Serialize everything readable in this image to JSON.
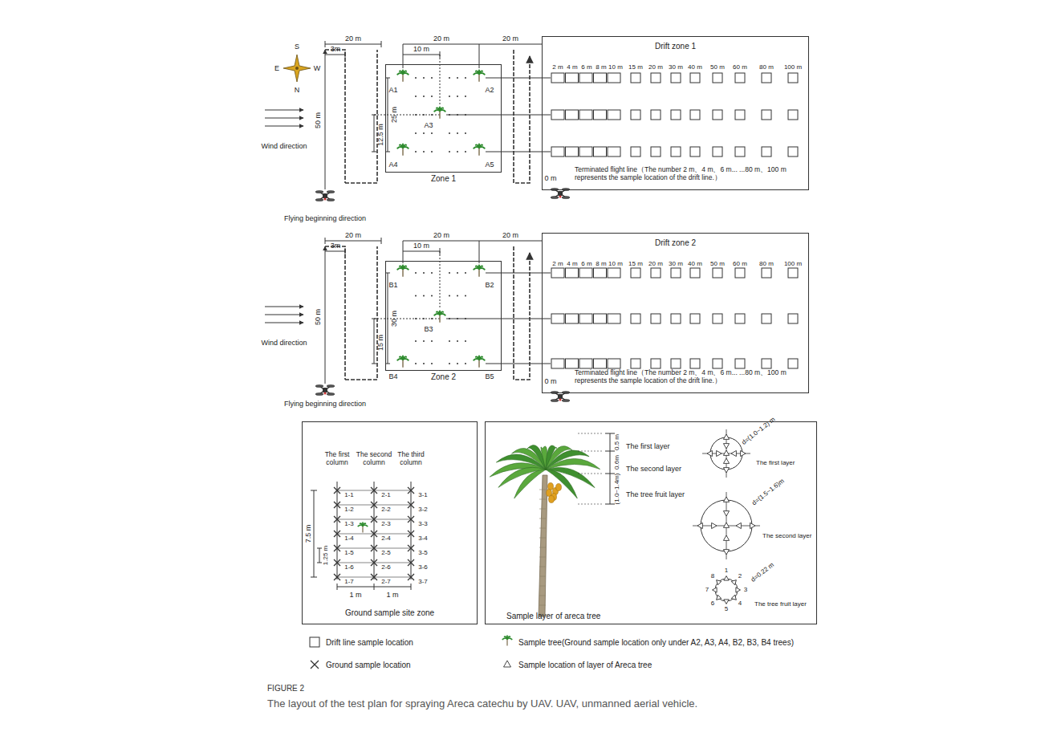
{
  "diagram": {
    "caption": "The layout of the test plan for spraying Areca catechu by UAV. UAV, unmanned aerial vehicle.",
    "nodes": [
      {
        "text": [
          "Zone 1"
        ]
      },
      {
        "text": [
          "Drift zone 1"
        ]
      },
      {
        "text": [
          "Zone 2"
        ]
      },
      {
        "text": [
          "Drift zone 2"
        ]
      },
      {
        "text": [
          "Ground sample site zone"
        ]
      },
      {
        "text": [
          "Sample layer of areca tree"
        ]
      }
    ],
    "labels": [
      "S",
      "E",
      "W",
      "N",
      "20 m",
      "3m",
      "20 m",
      "10 m",
      "20 m",
      "50 m",
      "25 m",
      "12.5 m",
      "A1",
      "A2",
      "A3",
      "A4",
      "A5",
      "Wind direction",
      "Flying beginning direction",
      "2 m",
      "4 m",
      "6 m",
      "8 m",
      "10 m",
      "15 m",
      "20 m",
      "30 m",
      "40 m",
      "50 m",
      "60 m",
      "80 m",
      "100 m",
      "0 m",
      "Terminated flight line（The number 2 m、4 m、6 m... ...80 m、100 m represents the sample location of the drift line.）",
      "20 m",
      "3m",
      "20 m",
      "10 m",
      "20 m",
      "50 m",
      "30 m",
      "15 m",
      "B1",
      "B2",
      "B3",
      "B4",
      "B5",
      "Wind direction",
      "Flying beginning direction",
      "2 m",
      "4 m",
      "6 m",
      "8 m",
      "10 m",
      "15 m",
      "20 m",
      "30 m",
      "40 m",
      "50 m",
      "60 m",
      "80 m",
      "100 m",
      "0 m",
      "Terminated flight line（The number 2 m、4 m、6 m... ...80 m、100 m represents the sample location of the drift line.）",
      "The first column",
      "The second column",
      "The third column",
      "1-1",
      "1-2",
      "1-3",
      "1-4",
      "1-5",
      "1-6",
      "1-7",
      "2-1",
      "2-2",
      "2-3",
      "2-4",
      "2-5",
      "2-6",
      "2-7",
      "3-1",
      "3-2",
      "3-3",
      "3-4",
      "3-5",
      "3-6",
      "3-7",
      "7.5 m",
      "1.25 m",
      "1 m",
      "1 m",
      "0.5 m",
      "0.6m",
      "(1.0~1.4m)",
      "The first layer",
      "The second layer",
      "The tree fruit layer",
      "d=(1.0~1.2) m",
      "The first layer",
      "d=(1.5~1.6)m",
      "The second layer",
      "1",
      "2",
      "3",
      "4",
      "5",
      "6",
      "7",
      "8",
      "d=0.22 m",
      "The tree fruit layer",
      "FIGURE 2"
    ],
    "legend": [
      {
        "text": "Drift line sample location"
      },
      {
        "text": "Sample tree(Ground sample location only under A2, A3, A4, B2, B3, B4 trees)"
      },
      {
        "text": "Ground sample location"
      },
      {
        "text": "Sample location of layer of Areca tree"
      }
    ]
  }
}
